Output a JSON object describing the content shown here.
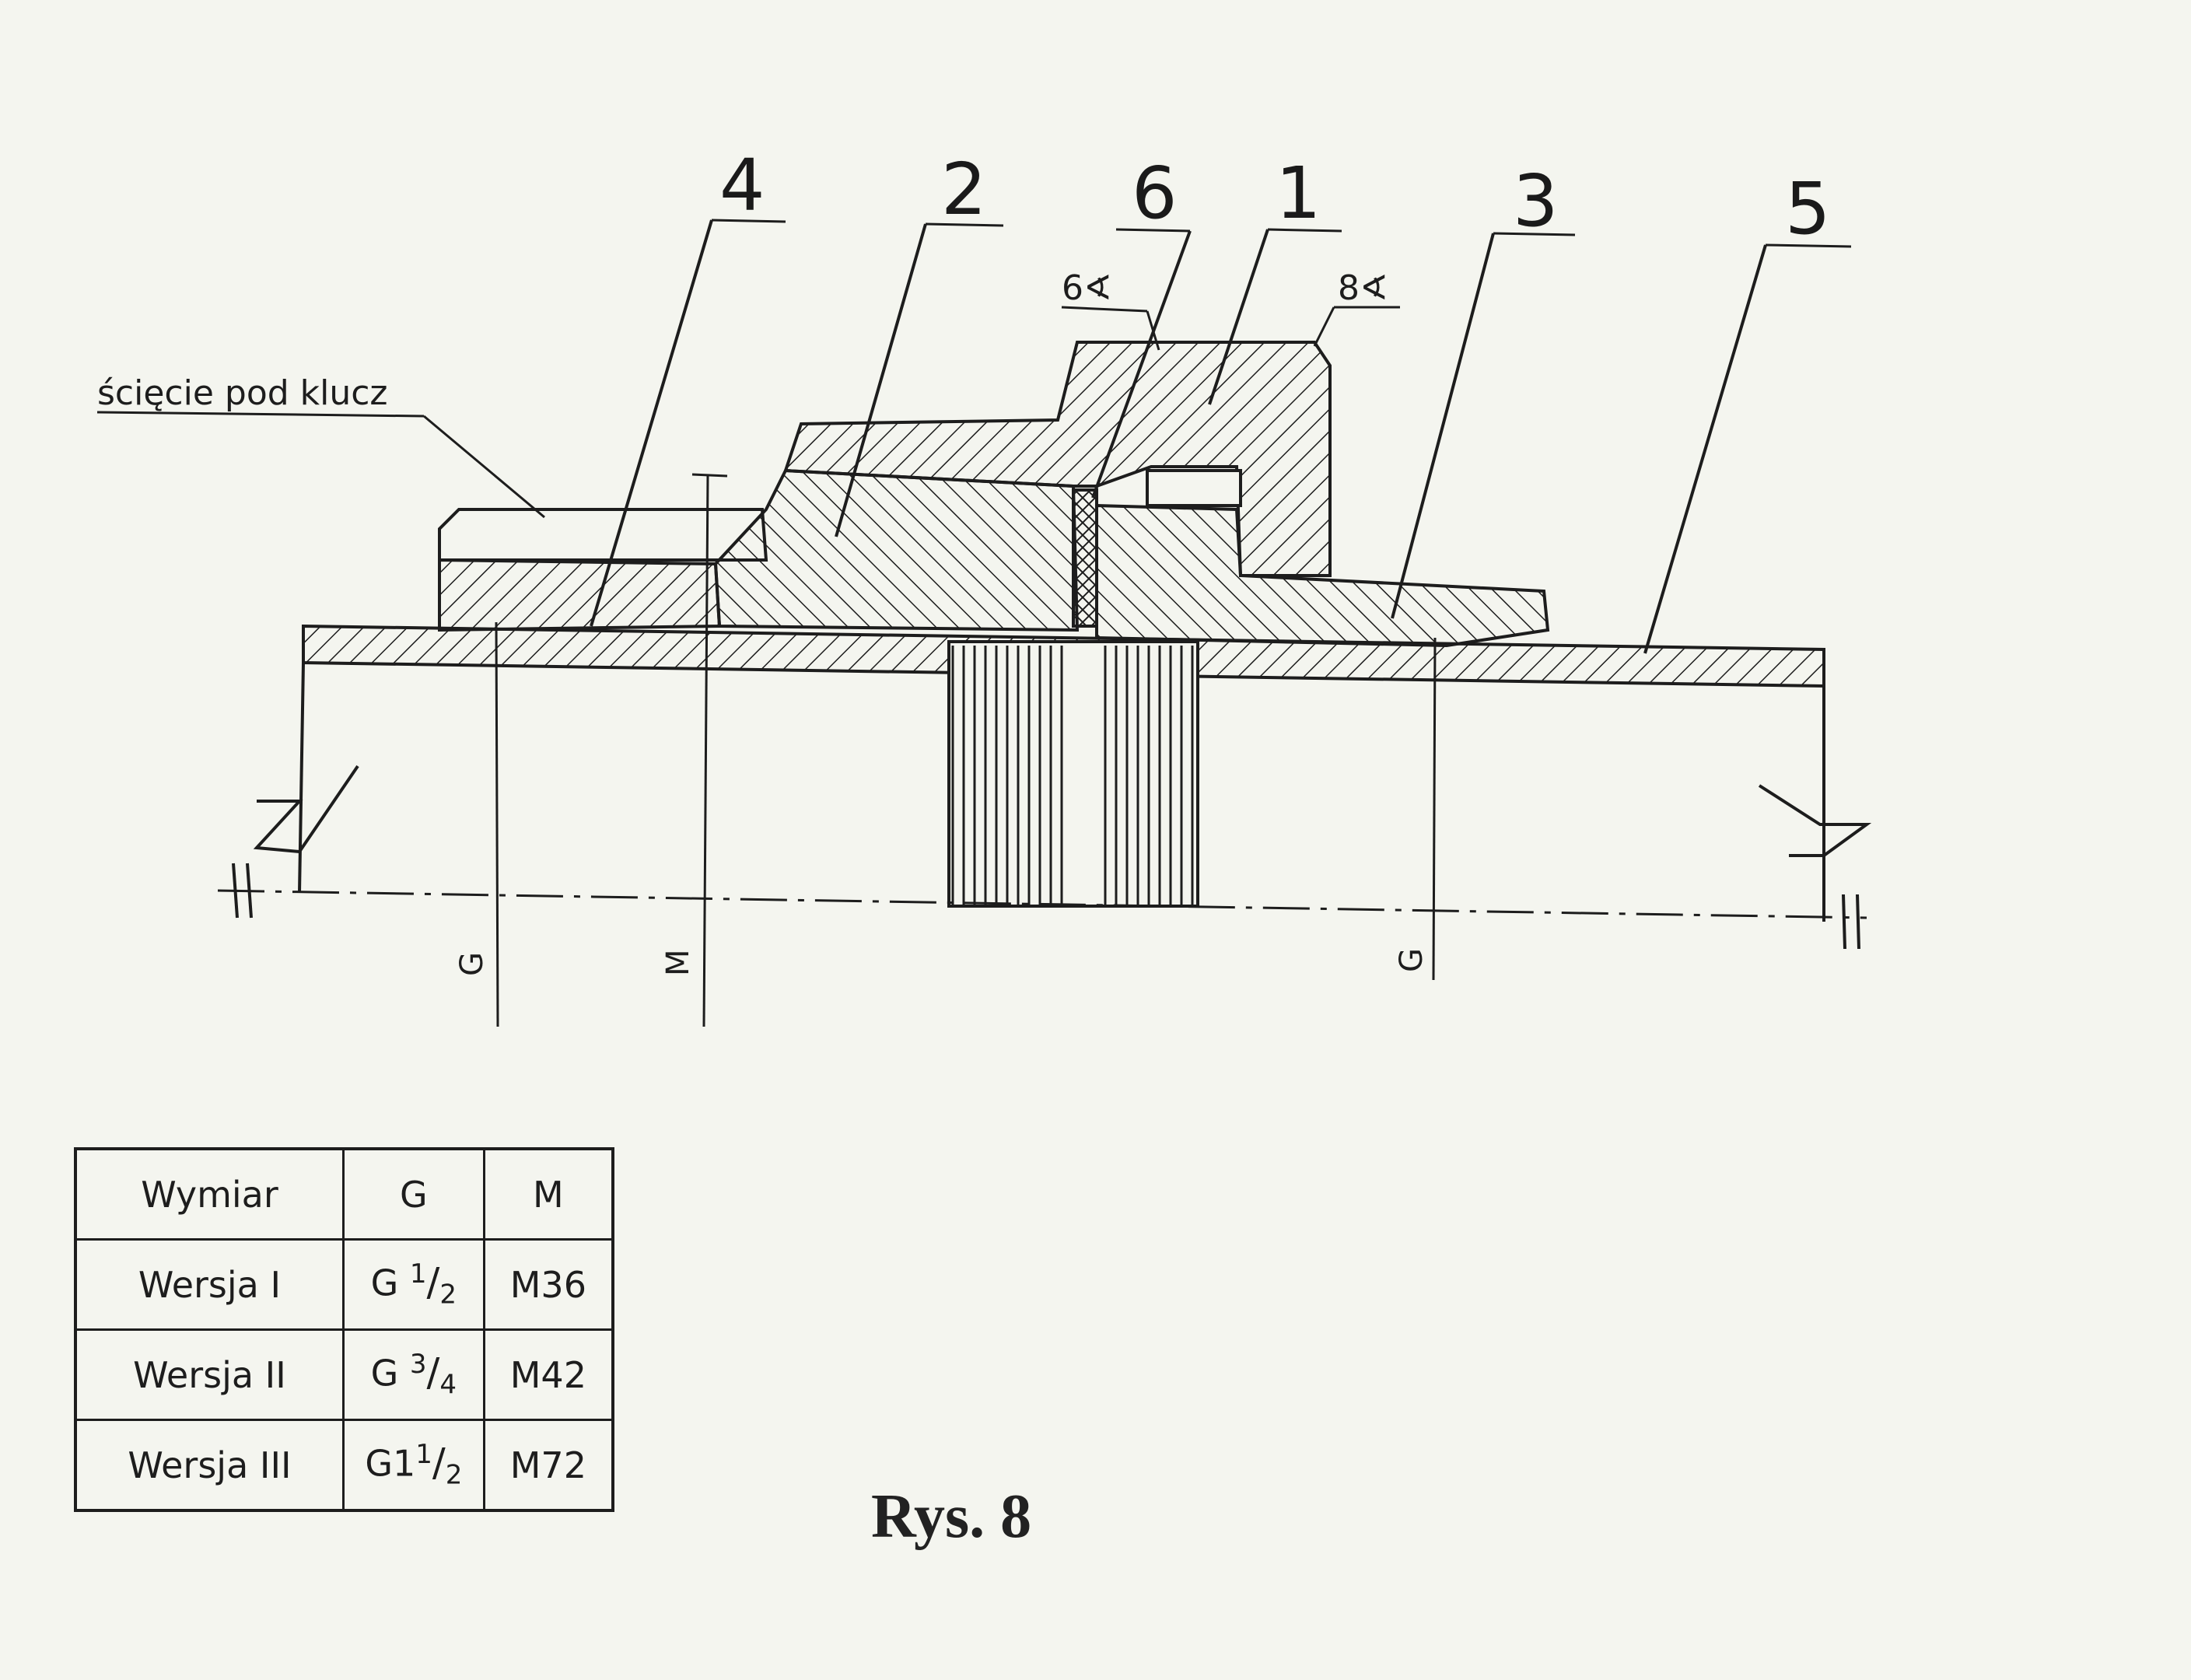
{
  "drawing": {
    "part_numbers": [
      "4",
      "2",
      "6",
      "1",
      "3",
      "5"
    ],
    "note_wrench": "ścięcie pod klucz",
    "angle_left": "6∢",
    "angle_right": "8∢",
    "dim_g": "G",
    "dim_m": "M"
  },
  "table": {
    "header": [
      "Wymiar",
      "G",
      "M"
    ],
    "rows": [
      {
        "label": "Wersja I",
        "g_whole": "G ",
        "g_num": "1",
        "g_den": "2",
        "m": "M36"
      },
      {
        "label": "Wersja II",
        "g_whole": "G ",
        "g_num": "3",
        "g_den": "4",
        "m": "M42"
      },
      {
        "label": "Wersja III",
        "g_whole": "G1",
        "g_num": "1",
        "g_den": "2",
        "m": "M72"
      }
    ]
  },
  "caption": "Rys. 8",
  "colors": {
    "paper": "#f4f5ef",
    "ink": "#1d1d1d"
  }
}
